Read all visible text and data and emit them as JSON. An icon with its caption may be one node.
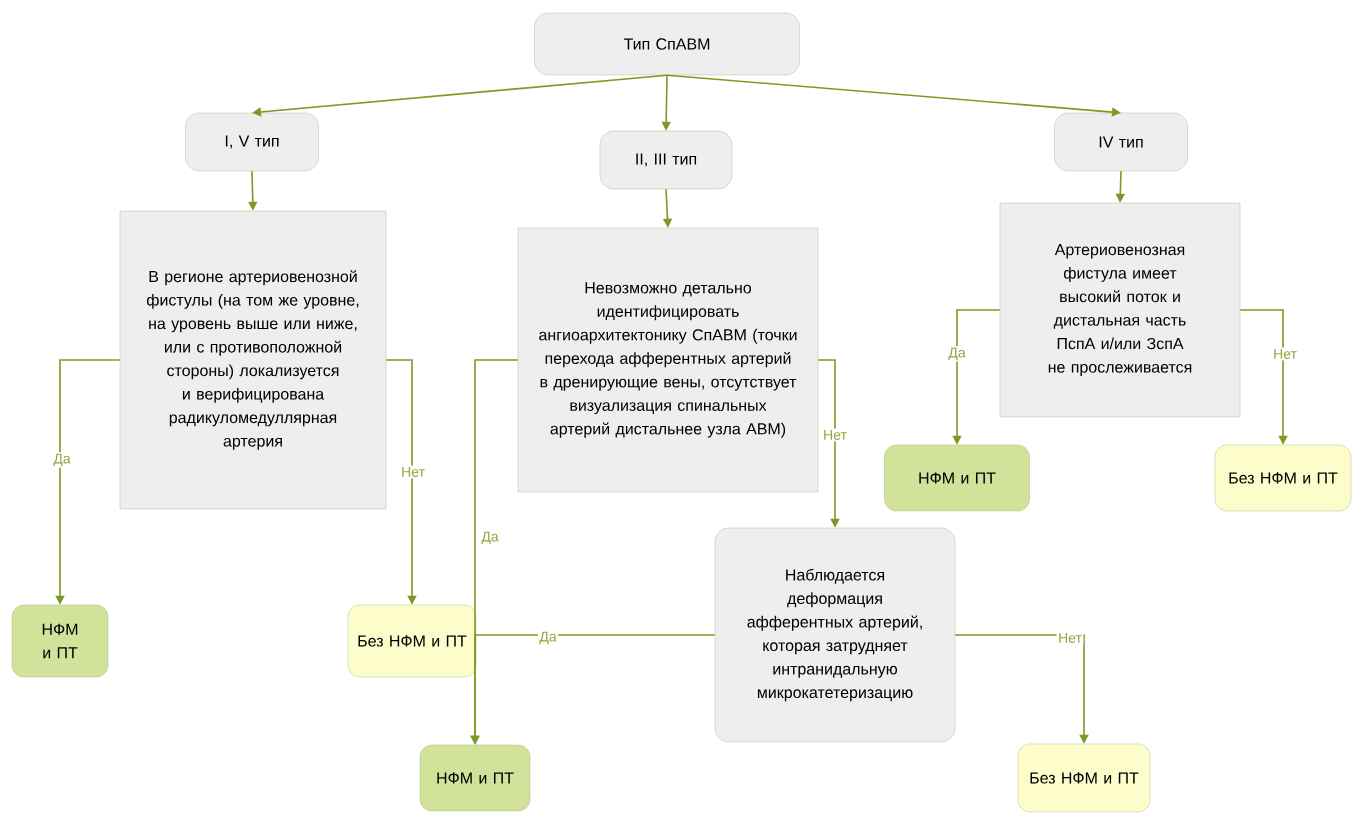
{
  "diagram": {
    "nodes": [
      {
        "text": [
          "Тип СпАВМ"
        ]
      },
      {
        "text": [
          "I, V тип"
        ]
      },
      {
        "text": [
          "II, III тип"
        ]
      },
      {
        "text": [
          "IV тип"
        ]
      },
      {
        "text": [
          "В регионе артериовенозной фистулы (на том же уровне, на уровень выше или ниже, или с противоположной стороны) локализуется и верифицирована радикуломедуллярная артерия"
        ]
      },
      {
        "text": [
          "Невозможно детально идентифицировать ангиоархитектонику СпАВМ (точки перехода афферентных артерий в дренирующие вены, отсутствует визуализация спинальных артерий дистальнее узла АВМ)"
        ]
      },
      {
        "text": [
          "Артериовенозная фистула имеет высокий поток и дистальная часть ПспА и/или ЗспА не прослеживается"
        ]
      },
      {
        "text": [
          "НФМ и ПТ"
        ]
      },
      {
        "text": [
          "Без НФМ и ПТ"
        ]
      },
      {
        "text": [
          "Наблюдается деформация афферентных артерий, которая затрудняет интранидальную микрокатетеризацию"
        ]
      },
      {
        "text": [
          "НФМ и ПТ"
        ]
      },
      {
        "text": [
          "Без НФМ и ПТ"
        ]
      },
      {
        "text": [
          "НФМ и ПТ"
        ]
      },
      {
        "text": [
          "Без НФМ и ПТ"
        ]
      }
    ],
    "edges": [
      {
        "from": 0,
        "to": 1,
        "arrow": "to"
      },
      {
        "from": 0,
        "to": 2,
        "arrow": "to"
      },
      {
        "from": 0,
        "to": 3,
        "arrow": "to"
      },
      {
        "from": 1,
        "to": 4,
        "arrow": "to"
      },
      {
        "from": 2,
        "to": 5,
        "arrow": "to"
      },
      {
        "from": 3,
        "to": 6,
        "arrow": "to"
      },
      {
        "from": 4,
        "to": 10,
        "arrow": "to",
        "label": "Да"
      },
      {
        "from": 4,
        "to": 11,
        "arrow": "to",
        "label": "Нет"
      },
      {
        "from": 5,
        "to": 12,
        "arrow": "to",
        "label": "Да"
      },
      {
        "from": 5,
        "to": 9,
        "arrow": "to",
        "label": "Нет"
      },
      {
        "from": 6,
        "to": 7,
        "arrow": "to",
        "label": "Да"
      },
      {
        "from": 6,
        "to": 8,
        "arrow": "to",
        "label": "Нет"
      },
      {
        "from": 9,
        "to": 12,
        "arrow": "to",
        "label": "Да"
      },
      {
        "from": 9,
        "to": 13,
        "arrow": "to",
        "label": "Нет"
      }
    ]
  }
}
